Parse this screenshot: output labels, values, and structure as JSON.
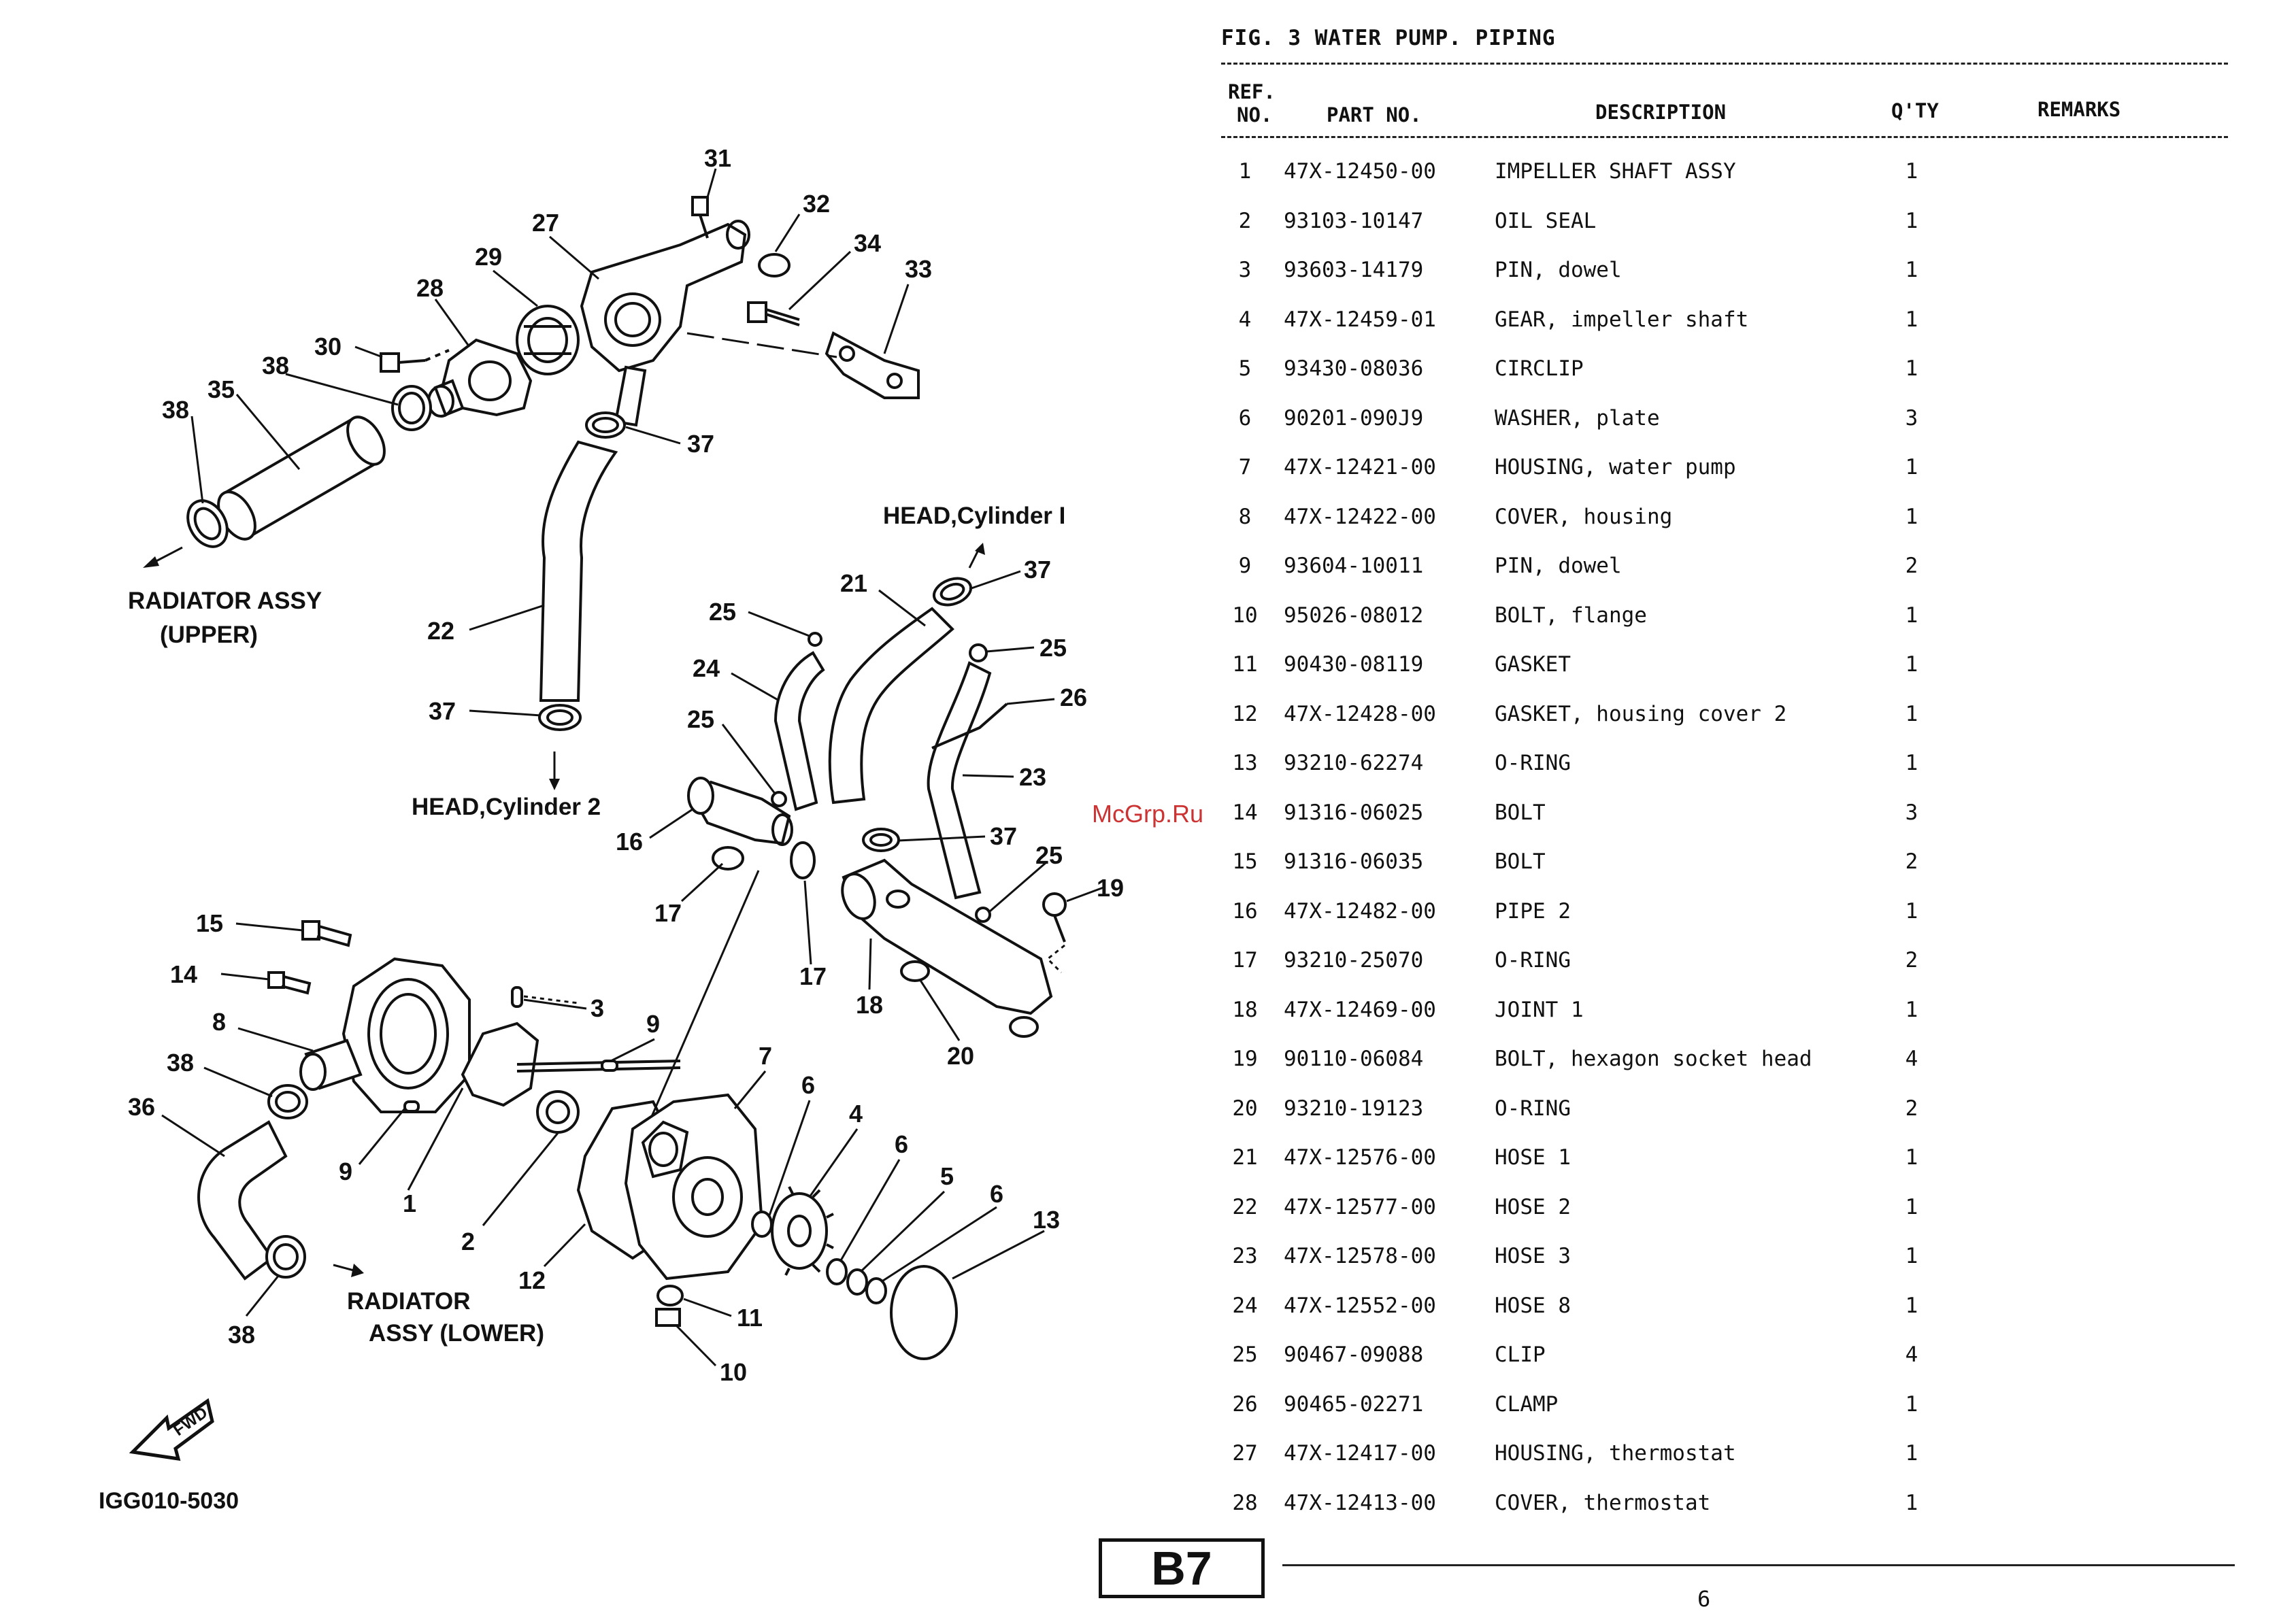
{
  "figure": {
    "title": "FIG.  3  WATER PUMP. PIPING",
    "drawing_code": "IGG010-5030",
    "fwd_label": "FWD",
    "destinations": {
      "radiator_upper": [
        "RADIATOR ASSY",
        "(UPPER)"
      ],
      "radiator_lower": [
        "RADIATOR",
        "ASSY (LOWER)"
      ],
      "head_cyl1": "HEAD,Cylinder I",
      "head_cyl2": "HEAD,Cylinder 2"
    }
  },
  "table": {
    "headers": {
      "ref_line1": "REF.",
      "ref_line2": "NO.",
      "part_no": "PART NO.",
      "description": "DESCRIPTION",
      "qty": "Q'TY",
      "remarks": "REMARKS"
    },
    "rows": [
      {
        "ref": "1",
        "part_no": "47X-12450-00",
        "description": "IMPELLER SHAFT ASSY",
        "qty": "1"
      },
      {
        "ref": "2",
        "part_no": "93103-10147",
        "description": "OIL SEAL",
        "qty": "1"
      },
      {
        "ref": "3",
        "part_no": "93603-14179",
        "description": "PIN, dowel",
        "qty": "1"
      },
      {
        "ref": "4",
        "part_no": "47X-12459-01",
        "description": "GEAR, impeller shaft",
        "qty": "1"
      },
      {
        "ref": "5",
        "part_no": "93430-08036",
        "description": "CIRCLIP",
        "qty": "1"
      },
      {
        "ref": "6",
        "part_no": "90201-090J9",
        "description": "WASHER, plate",
        "qty": "3"
      },
      {
        "ref": "7",
        "part_no": "47X-12421-00",
        "description": "HOUSING, water pump",
        "qty": "1"
      },
      {
        "ref": "8",
        "part_no": "47X-12422-00",
        "description": "COVER, housing",
        "qty": "1"
      },
      {
        "ref": "9",
        "part_no": "93604-10011",
        "description": "PIN, dowel",
        "qty": "2"
      },
      {
        "ref": "10",
        "part_no": "95026-08012",
        "description": "BOLT, flange",
        "qty": "1"
      },
      {
        "ref": "11",
        "part_no": "90430-08119",
        "description": "GASKET",
        "qty": "1"
      },
      {
        "ref": "12",
        "part_no": "47X-12428-00",
        "description": "GASKET, housing cover 2",
        "qty": "1"
      },
      {
        "ref": "13",
        "part_no": "93210-62274",
        "description": "O-RING",
        "qty": "1"
      },
      {
        "ref": "14",
        "part_no": "91316-06025",
        "description": "BOLT",
        "qty": "3"
      },
      {
        "ref": "15",
        "part_no": "91316-06035",
        "description": "BOLT",
        "qty": "2"
      },
      {
        "ref": "16",
        "part_no": "47X-12482-00",
        "description": "PIPE 2",
        "qty": "1"
      },
      {
        "ref": "17",
        "part_no": "93210-25070",
        "description": "O-RING",
        "qty": "2"
      },
      {
        "ref": "18",
        "part_no": "47X-12469-00",
        "description": "JOINT 1",
        "qty": "1"
      },
      {
        "ref": "19",
        "part_no": "90110-06084",
        "description": "BOLT, hexagon socket head",
        "qty": "4"
      },
      {
        "ref": "20",
        "part_no": "93210-19123",
        "description": "O-RING",
        "qty": "2"
      },
      {
        "ref": "21",
        "part_no": "47X-12576-00",
        "description": "HOSE 1",
        "qty": "1"
      },
      {
        "ref": "22",
        "part_no": "47X-12577-00",
        "description": "HOSE 2",
        "qty": "1"
      },
      {
        "ref": "23",
        "part_no": "47X-12578-00",
        "description": "HOSE 3",
        "qty": "1"
      },
      {
        "ref": "24",
        "part_no": "47X-12552-00",
        "description": "HOSE 8",
        "qty": "1"
      },
      {
        "ref": "25",
        "part_no": "90467-09088",
        "description": "CLIP",
        "qty": "4"
      },
      {
        "ref": "26",
        "part_no": "90465-02271",
        "description": "CLAMP",
        "qty": "1"
      },
      {
        "ref": "27",
        "part_no": "47X-12417-00",
        "description": "HOUSING, thermostat",
        "qty": "1"
      },
      {
        "ref": "28",
        "part_no": "47X-12413-00",
        "description": "COVER, thermostat",
        "qty": "1"
      }
    ]
  },
  "watermark": "McGrp.Ru",
  "section_code": "B7",
  "page_number": "6",
  "callouts": [
    {
      "n": "31"
    },
    {
      "n": "32"
    },
    {
      "n": "27"
    },
    {
      "n": "34"
    },
    {
      "n": "33"
    },
    {
      "n": "29"
    },
    {
      "n": "28"
    },
    {
      "n": "30"
    },
    {
      "n": "38"
    },
    {
      "n": "35"
    },
    {
      "n": "38"
    },
    {
      "n": "37"
    },
    {
      "n": "22"
    },
    {
      "n": "37"
    },
    {
      "n": "21"
    },
    {
      "n": "37"
    },
    {
      "n": "25"
    },
    {
      "n": "25"
    },
    {
      "n": "24"
    },
    {
      "n": "26"
    },
    {
      "n": "25"
    },
    {
      "n": "23"
    },
    {
      "n": "16"
    },
    {
      "n": "37"
    },
    {
      "n": "25"
    },
    {
      "n": "19"
    },
    {
      "n": "17"
    },
    {
      "n": "17"
    },
    {
      "n": "18"
    },
    {
      "n": "20"
    },
    {
      "n": "15"
    },
    {
      "n": "14"
    },
    {
      "n": "3"
    },
    {
      "n": "8"
    },
    {
      "n": "9"
    },
    {
      "n": "38"
    },
    {
      "n": "7"
    },
    {
      "n": "6"
    },
    {
      "n": "36"
    },
    {
      "n": "4"
    },
    {
      "n": "9"
    },
    {
      "n": "6"
    },
    {
      "n": "1"
    },
    {
      "n": "5"
    },
    {
      "n": "2"
    },
    {
      "n": "6"
    },
    {
      "n": "13"
    },
    {
      "n": "12"
    },
    {
      "n": "11"
    },
    {
      "n": "38"
    },
    {
      "n": "10"
    }
  ]
}
